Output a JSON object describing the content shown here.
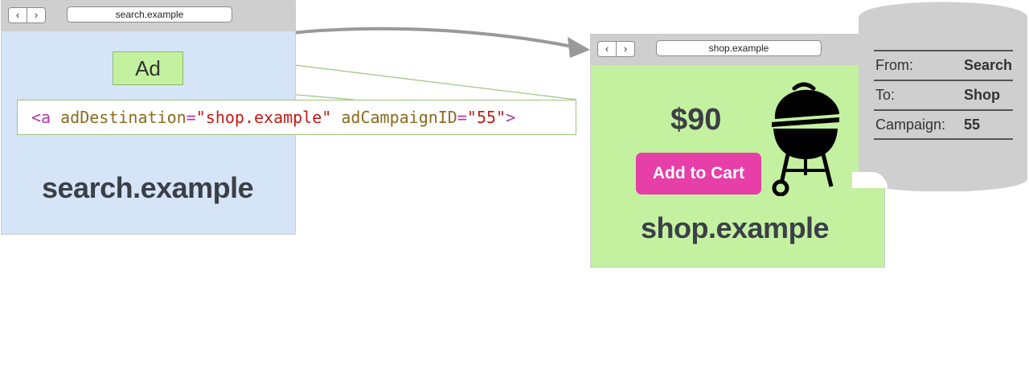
{
  "search_window": {
    "url": "search.example",
    "back_glyph": "‹",
    "forward_glyph": "›",
    "site_name": "search.example"
  },
  "ad": {
    "label": "Ad",
    "code": {
      "tag_open": "<a",
      "attr1_name": "adDestination",
      "attr1_value": "\"shop.example\"",
      "attr2_name": "adCampaignID",
      "attr2_value": "\"55\"",
      "tag_close": ">",
      "eq": "="
    }
  },
  "shop_window": {
    "url": "shop.example",
    "back_glyph": "‹",
    "forward_glyph": "›",
    "price": "$90",
    "add_to_cart_label": "Add to Cart",
    "site_name": "shop.example",
    "product_icon": "grill-icon"
  },
  "database": {
    "rows": [
      {
        "key": "From:",
        "value": "Search"
      },
      {
        "key": "To:",
        "value": "Shop"
      },
      {
        "key": "Campaign:",
        "value": "55"
      }
    ]
  },
  "colors": {
    "search_bg": "#d5e5f7",
    "shop_bg": "#c4f1a0",
    "button": "#e63fa8",
    "arrow": "#999999",
    "db": "#cfcfcf"
  }
}
